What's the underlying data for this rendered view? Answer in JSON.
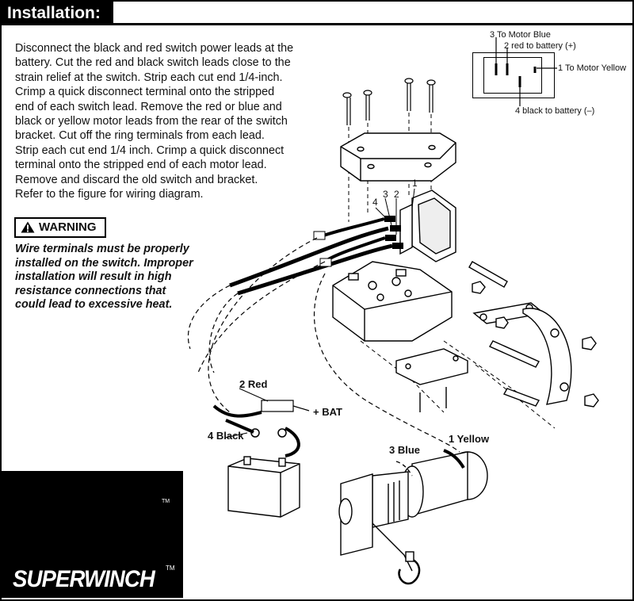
{
  "header": {
    "title": "Installation:"
  },
  "instructions": {
    "lines": [
      "Disconnect the black and red switch power leads at the",
      "battery. Cut the red and black switch leads close to the",
      "strain relief at the switch. Strip each cut end 1/4-inch.",
      "Crimp a quick disconnect terminal onto the stripped",
      "end of each switch lead. Remove the red or blue and",
      "black or yellow motor leads from the rear of the switch",
      "bracket. Cut off the ring terminals from each lead.",
      "Strip each cut end 1/4 inch. Crimp a quick disconnect",
      "terminal onto the stripped end of each motor lead.",
      "Remove and discard the old switch and bracket.",
      "Refer to the figure for wiring diagram."
    ]
  },
  "warning": {
    "label": "WARNING",
    "lines": [
      "Wire terminals must be properly",
      "installed on the switch. Improper",
      "installation will result in high",
      "resistance connections that",
      "could lead to excessive heat."
    ]
  },
  "plug_diagram": {
    "label_3": "3 To Motor Blue",
    "label_2": "2 red to battery (+)",
    "label_1": "1 To Motor Yellow",
    "label_4": "4 black to battery (–)"
  },
  "switch_terminals": {
    "t4": "4",
    "t3": "3",
    "t2": "2",
    "t1": "1"
  },
  "wiring_labels": {
    "red": "2 Red",
    "bat": "+ BAT",
    "black": "4 Black",
    "blue": "3 Blue",
    "yellow": "1 Yellow"
  },
  "logo": {
    "brand": "SUPERWINCH",
    "tm": "TM",
    "tm_small": "TM"
  }
}
